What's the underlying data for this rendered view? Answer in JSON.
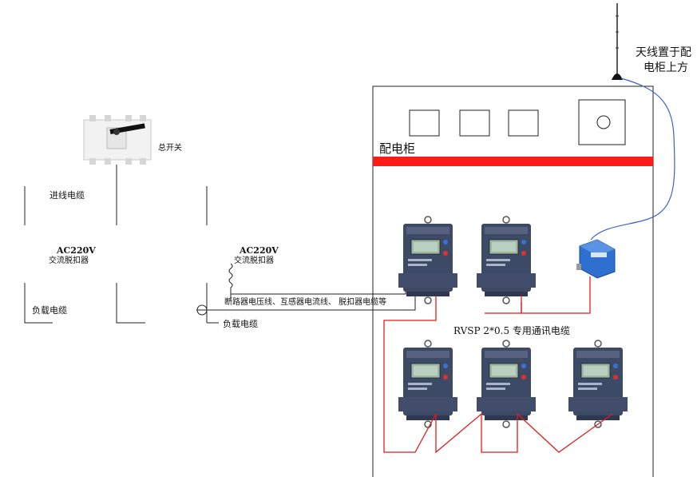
{
  "labels": {
    "antenna_line1": "天线置于配",
    "antenna_line2": "电柜上方",
    "main_switch": "总开关",
    "incoming_cable": "进线电缆",
    "breaker1_line1": "AC220V",
    "breaker1_line2": "交流脱扣器",
    "breaker3_line1": "AC220V",
    "breaker3_line2": "交流脱扣器",
    "load_cable_left": "负载电缆",
    "load_cable_right": "负载电缆",
    "wire_description": "断路器电压线、互感器电流线、 脱扣器电缆等",
    "cabinet": "配电柜",
    "comm_cable": "RVSP 2*0.5 专用通讯电缆"
  },
  "colors": {
    "cabinet_band": "#ff1a1a",
    "comm_wire": "#e21c1c",
    "antenna_wire": "#3a63c8",
    "meter_body": "#3d4a66",
    "breaker_body": "#2a2a2a",
    "gateway_body": "#2f6fd0"
  },
  "icons": {
    "antenna": "antenna-icon",
    "main_switch": "isolator-switch-icon",
    "breaker": "circuit-breaker-icon",
    "meter": "energy-meter-icon",
    "gateway": "wireless-gateway-icon",
    "current_transformer": "current-transformer-icon"
  }
}
